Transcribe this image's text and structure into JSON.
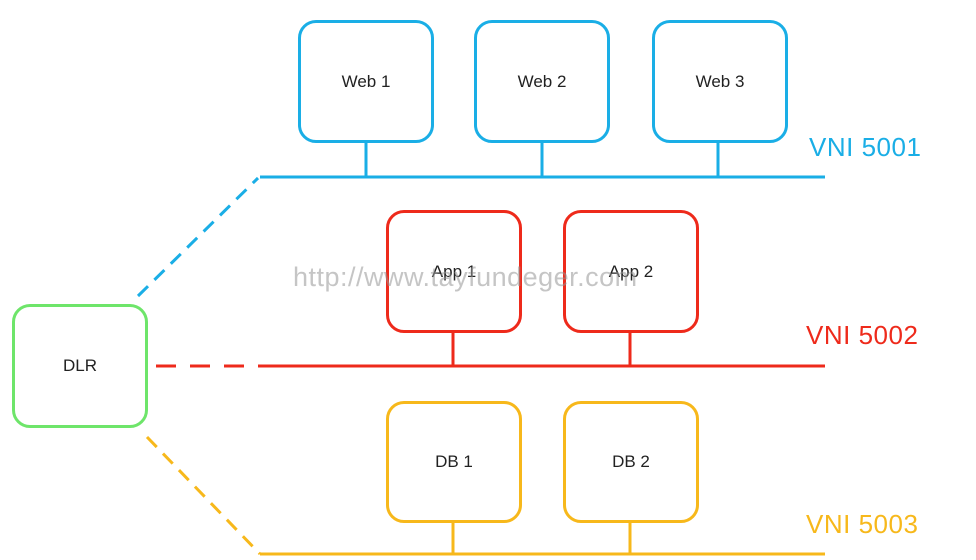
{
  "segments": {
    "web": {
      "label": "VNI 5001",
      "color": "#1aaee6",
      "nodes": [
        "Web 1",
        "Web 2",
        "Web 3"
      ]
    },
    "app": {
      "label": "VNI 5002",
      "color": "#ee2a1b",
      "nodes": [
        "App 1",
        "App 2"
      ]
    },
    "db": {
      "label": "VNI 5003",
      "color": "#f7b81b",
      "nodes": [
        "DB 1",
        "DB 2"
      ]
    }
  },
  "router": {
    "label": "DLR",
    "color": "#6ee56a"
  },
  "watermark": "http://www.tayfundeger.com"
}
